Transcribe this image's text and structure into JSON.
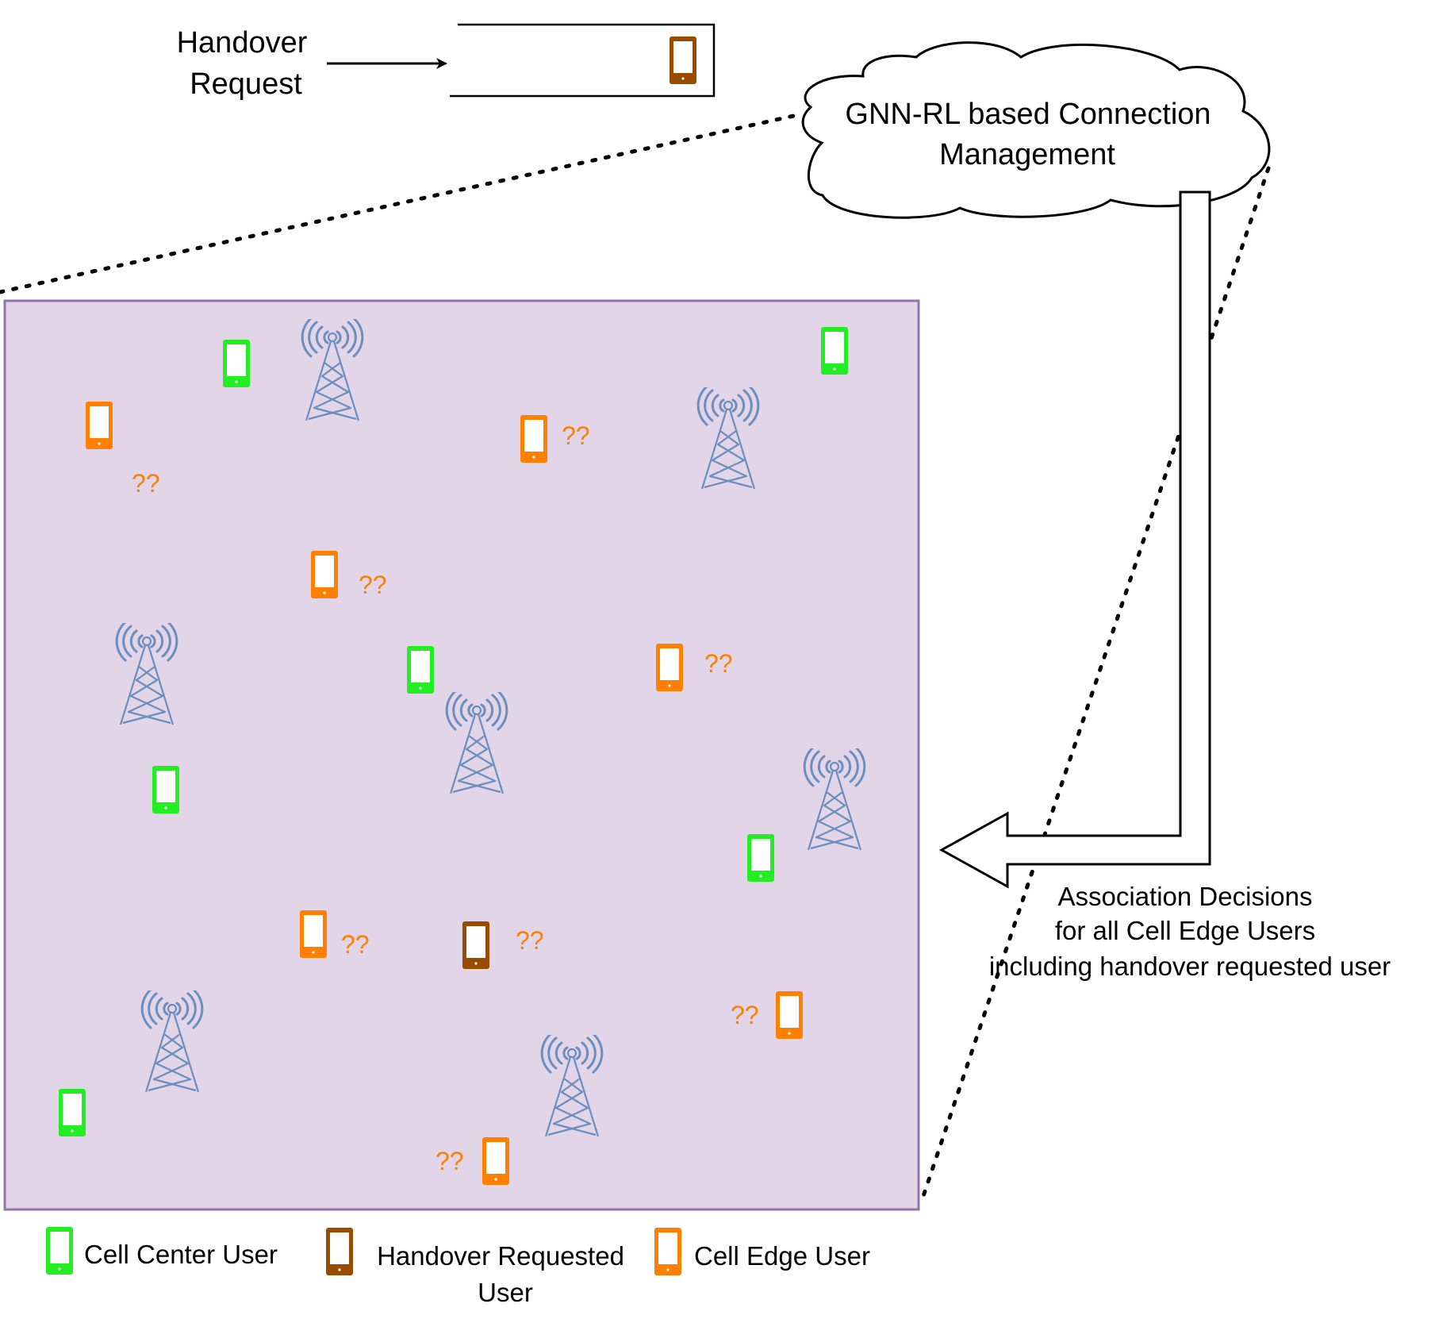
{
  "handover": {
    "label_line1": "Handover",
    "label_line2": "Request"
  },
  "cloud": {
    "line1": "GNN-RL based Connection",
    "line2": "Management"
  },
  "decision": {
    "line1": "Association Decisions",
    "line2": "for all Cell Edge Users",
    "line3": "including handover requested user"
  },
  "unassigned_marker": "??",
  "legend": {
    "center_user": "Cell Center User",
    "handover_line1": "Handover Requested",
    "handover_line2": "User",
    "edge_user": "Cell Edge User"
  },
  "colors": {
    "cell_center": "#22ee22",
    "cell_edge": "#ff8000",
    "handover_user": "#994c00",
    "tower": "#6c8ebf",
    "area_fill": "#e1d5e7",
    "area_stroke": "#9673a6"
  },
  "icons": {
    "user": "mobile-phone-icon",
    "base_station": "cell-tower-icon",
    "cloud": "cloud-shape"
  }
}
